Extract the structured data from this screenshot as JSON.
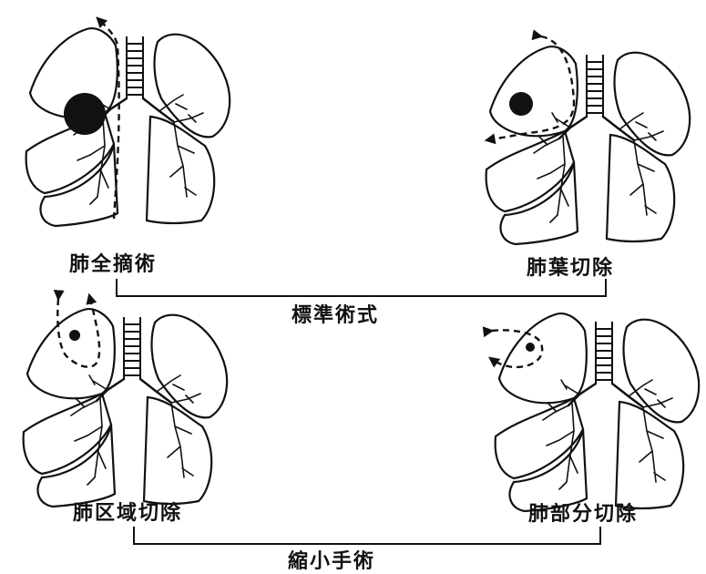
{
  "procedures": {
    "pneumonectomy": "肺全摘術",
    "lobectomy": "肺葉切除",
    "segmentectomy": "肺区域切除",
    "wedge_resection": "肺部分切除"
  },
  "groups": {
    "standard": "標準術式",
    "reduced": "縮小手術"
  },
  "colors": {
    "ink": "#111111",
    "paper": "#ffffff"
  }
}
